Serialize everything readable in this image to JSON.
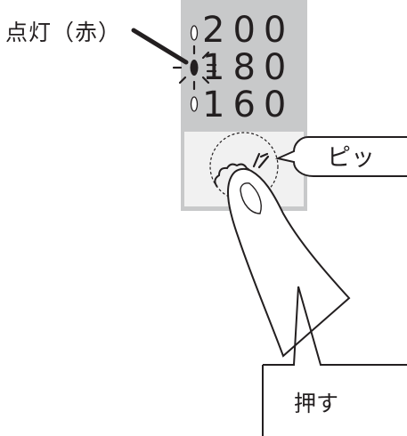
{
  "labels": {
    "lit": "点灯（赤）",
    "sound": "ピッ",
    "push": "押す"
  },
  "indicator": {
    "values": [
      "200",
      "180",
      "160"
    ],
    "lit_value": "180",
    "lit_color": "red"
  },
  "colors": {
    "panel": "#c8c9ca",
    "button": "#f1f1f1",
    "ink": "#231f20"
  }
}
